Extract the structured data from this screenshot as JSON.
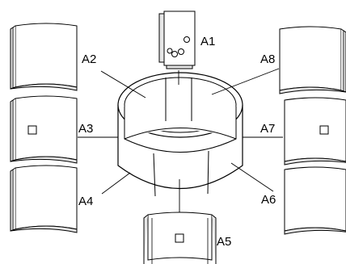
{
  "labels": {
    "a1": "A1",
    "a2": "A2",
    "a3": "A3",
    "a4": "A4",
    "a5": "A5",
    "a6": "A6",
    "a7": "A7",
    "a8": "A8"
  },
  "colors": {
    "stroke": "#000000",
    "fill": "#ffffff",
    "shade": "#e6e6e6"
  }
}
